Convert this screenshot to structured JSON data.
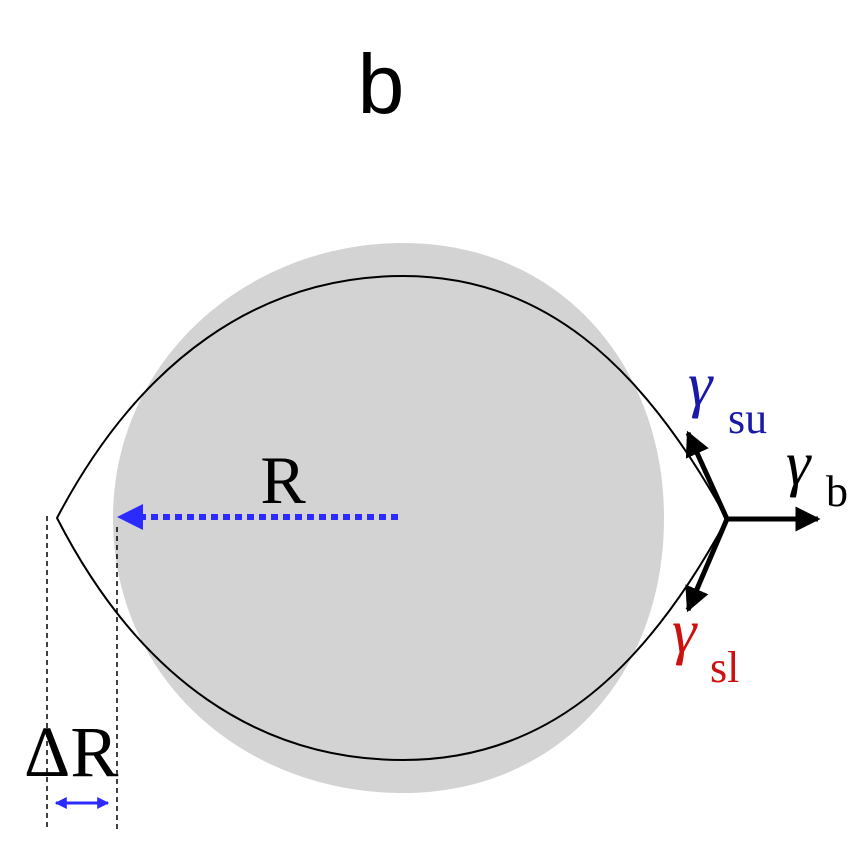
{
  "panel_label": "b",
  "labels": {
    "radius": "R",
    "delta_radius_symbol": "Δ",
    "delta_radius_letter": "R",
    "gamma_su_symbol": "γ",
    "gamma_su_subscript": "su",
    "gamma_b_symbol": "γ",
    "gamma_b_subscript": "b",
    "gamma_sl_symbol": "γ",
    "gamma_sl_subscript": "sl"
  },
  "colors": {
    "background": "#ffffff",
    "particle_fill": "#d3d3d3",
    "outline": "#000000",
    "radius_arrow": "#2b2bff",
    "gamma_su": "#1a1aa6",
    "gamma_b": "#000000",
    "gamma_sl": "#cc1111"
  }
}
